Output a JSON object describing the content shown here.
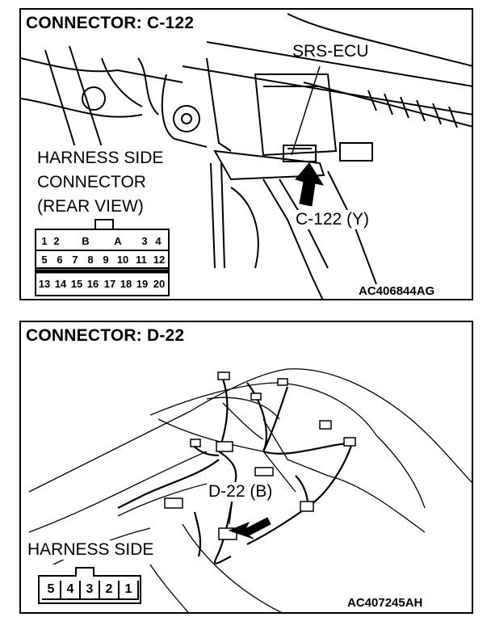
{
  "panels": [
    {
      "title": "CONNECTOR: C-122",
      "ecu_label": "SRS-ECU",
      "harness_lines": [
        "HARNESS SIDE",
        "CONNECTOR",
        "(REAR VIEW)"
      ],
      "callout": "C-122 (Y)",
      "code": "AC406844AG",
      "pins_row1": [
        "1",
        "2",
        "B",
        "A",
        "3",
        "4"
      ],
      "pins_row2": [
        "5",
        "6",
        "7",
        "8",
        "9",
        "10",
        "11",
        "12"
      ],
      "pins_row3": [
        "13",
        "14",
        "15",
        "16",
        "17",
        "18",
        "19",
        "20"
      ]
    },
    {
      "title": "CONNECTOR: D-22",
      "callout": "D-22 (B)",
      "harness_label": "HARNESS SIDE",
      "code": "AC407245AH",
      "pins": [
        "5",
        "4",
        "3",
        "2",
        "1"
      ]
    }
  ]
}
